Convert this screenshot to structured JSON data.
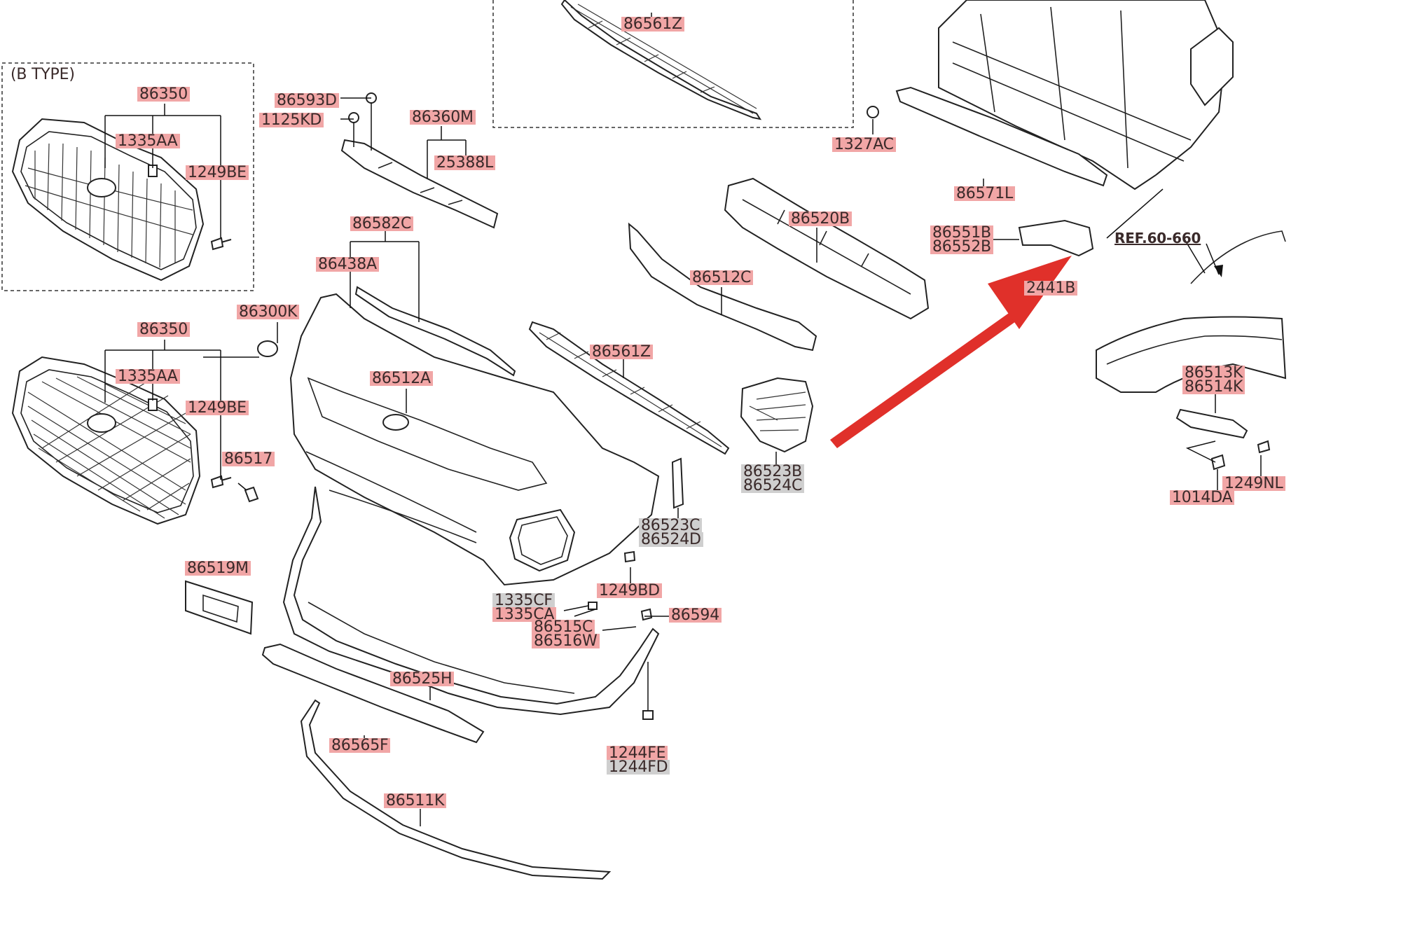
{
  "diagram": {
    "btype_title": "(B TYPE)",
    "ref_label": "REF.60-660",
    "colors": {
      "highlight_red": "#f1a6a6",
      "highlight_gray": "#cfcfcf",
      "arrow": "#e0302a"
    },
    "labels": [
      {
        "id": "l01",
        "text": "86561Z"
      },
      {
        "id": "l02",
        "text": "86350"
      },
      {
        "id": "l03",
        "text": "1335AA"
      },
      {
        "id": "l04",
        "text": "1249BE"
      },
      {
        "id": "l05",
        "text": "86593D"
      },
      {
        "id": "l06",
        "text": "1125KD"
      },
      {
        "id": "l07",
        "text": "86360M"
      },
      {
        "id": "l08",
        "text": "25388L"
      },
      {
        "id": "l09",
        "text": "1327AC"
      },
      {
        "id": "l10",
        "text": "86571L"
      },
      {
        "id": "l11",
        "text": "86520B"
      },
      {
        "id": "l12",
        "text": "86551B"
      },
      {
        "id": "l13",
        "text": "86552B"
      },
      {
        "id": "l14",
        "text": "2441B"
      },
      {
        "id": "l15",
        "text": "86582C"
      },
      {
        "id": "l16",
        "text": "86438A"
      },
      {
        "id": "l17",
        "text": "86512C"
      },
      {
        "id": "l18",
        "text": "86300K"
      },
      {
        "id": "l19",
        "text": "86350"
      },
      {
        "id": "l20",
        "text": "1335AA"
      },
      {
        "id": "l21",
        "text": "86512A"
      },
      {
        "id": "l22",
        "text": "86561Z"
      },
      {
        "id": "l23",
        "text": "1249BE"
      },
      {
        "id": "l24",
        "text": "86517"
      },
      {
        "id": "l25",
        "text": "86523B"
      },
      {
        "id": "l26",
        "text": "86524C"
      },
      {
        "id": "l27",
        "text": "86513K"
      },
      {
        "id": "l28",
        "text": "86514K"
      },
      {
        "id": "l29",
        "text": "1249NL"
      },
      {
        "id": "l30",
        "text": "1014DA"
      },
      {
        "id": "l31",
        "text": "86523C"
      },
      {
        "id": "l32",
        "text": "86524D"
      },
      {
        "id": "l33",
        "text": "86519M"
      },
      {
        "id": "l34",
        "text": "1249BD"
      },
      {
        "id": "l35",
        "text": "1335CF"
      },
      {
        "id": "l36",
        "text": "1335CA"
      },
      {
        "id": "l37",
        "text": "86594"
      },
      {
        "id": "l38",
        "text": "86515C"
      },
      {
        "id": "l39",
        "text": "86516W"
      },
      {
        "id": "l40",
        "text": "86525H"
      },
      {
        "id": "l41",
        "text": "86565F"
      },
      {
        "id": "l42",
        "text": "1244FE"
      },
      {
        "id": "l43",
        "text": "1244FD"
      },
      {
        "id": "l44",
        "text": "86511K"
      }
    ]
  }
}
